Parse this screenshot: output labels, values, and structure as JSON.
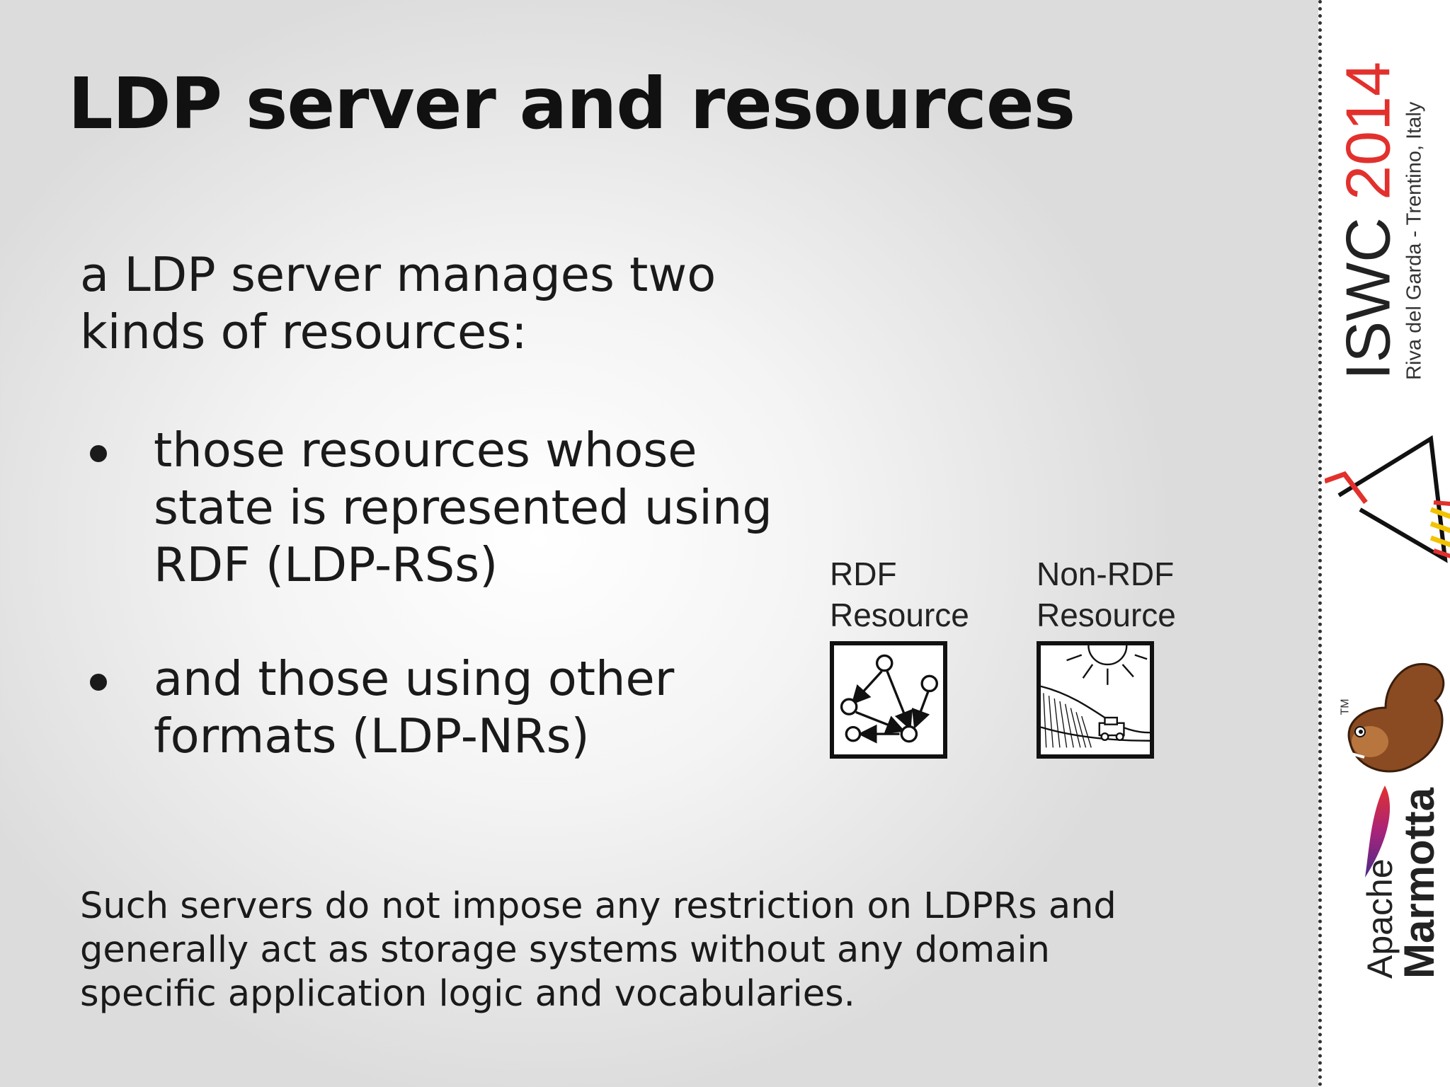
{
  "slide": {
    "title": "LDP server and resources",
    "intro": "a LDP server manages two kinds of resources:",
    "bullets": [
      {
        "text": "those resources whose state is represented using RDF (LDP-RSs)"
      },
      {
        "text": "and those using other formats (LDP-NRs)"
      }
    ],
    "footer": "Such servers do not impose any restriction on LDPRs and generally act as storage systems without any domain specific application logic and vocabularies.",
    "diagram": {
      "rdf_label": "RDF\nResource",
      "rdf_icon": "rdf-graph-icon",
      "nonrdf_label": "Non-RDF\nResource",
      "nonrdf_icon": "landscape-image-icon"
    }
  },
  "sidebar": {
    "conf_name": "ISWC",
    "conf_year": "2014",
    "conf_location": "Riva del Garda - Trentino, Italy",
    "apache": "Apache",
    "marmotta": "Marmotta",
    "tm": "TM",
    "colors": {
      "year": "#e2312d",
      "accent_yellow": "#f2c300",
      "squirrel": "#8a4b22"
    }
  }
}
